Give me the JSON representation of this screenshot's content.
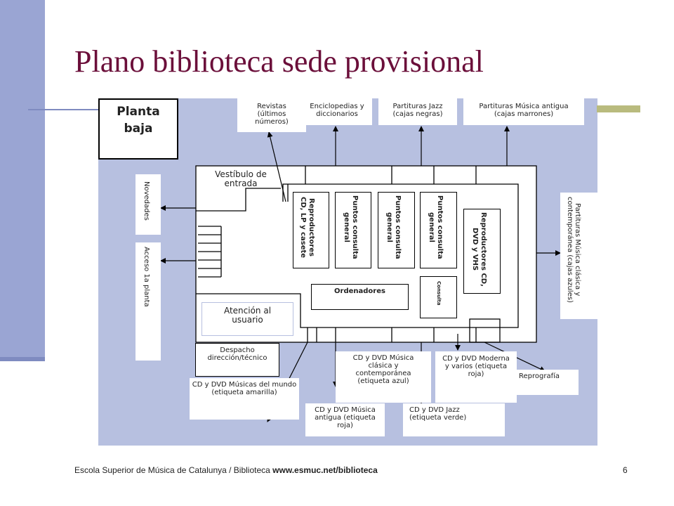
{
  "slide": {
    "title": "Plano biblioteca sede provisional",
    "footer_text": "Escola Superior de Música de Catalunya / Biblioteca ",
    "footer_url": "www.esmuc.net/biblioteca",
    "page_number": "6"
  },
  "plan": {
    "floor_label": "Planta baja",
    "lobby": "Vestíbulo de entrada",
    "top_shelves": {
      "revistas": "Revistas (últimos números)",
      "enciclopedias": "Enciclopedias y diccionarios",
      "jazz_scores": "Partituras Jazz (cajas negras)",
      "early_music_scores": "Partituras Música antigua (cajas marrones)"
    },
    "left_shelves": {
      "novedades": "Novedades",
      "acceso": "Acceso 1a planta"
    },
    "right_shelf": "Partituras Música clásica y contemporánea (cajas azules)",
    "inner": {
      "reproductores_cd_lp": "Reproductores CD, LP y casete",
      "puntos_1": "Puntos consulta general",
      "puntos_2": "Puntos consulta general",
      "puntos_3": "Puntos consulta general",
      "reproductores_dvd": "Reproductores CD, DVD y VHS",
      "ordenadores": "Ordenadores",
      "consulta": "Consulta",
      "atencion": "Atención al usuario"
    },
    "bottom_shelves": {
      "despacho": "Despacho dirección/técnico",
      "world_music": "CD y DVD Músicas del mundo (etiqueta amarilla)",
      "classical_cd": "CD y DVD Música clásica y contemporánea (etiqueta azul)",
      "early_cd": "CD y DVD Música antigua (etiqueta roja)",
      "jazz_cd": "CD y DVD Jazz (etiqueta verde)",
      "modern_cd": "CD y DVD Moderna y varios (etiqueta roja)",
      "reprografia": "Reprografía"
    }
  },
  "colors": {
    "sidebar": "#9aa5d3",
    "plan_background": "#b7c0e0",
    "title": "#6b0f3a",
    "accent_rule": "#b9bb7e"
  }
}
